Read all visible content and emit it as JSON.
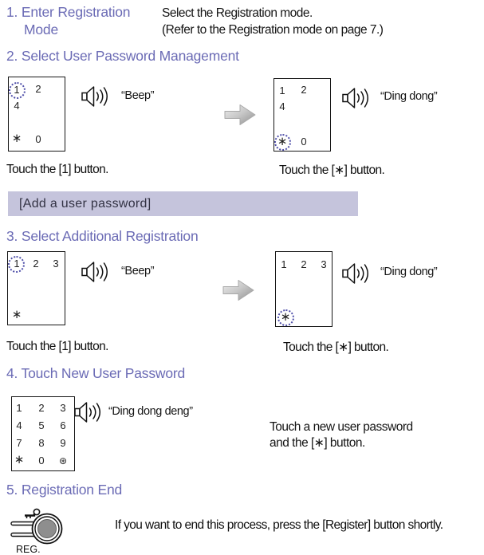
{
  "colors": {
    "heading": "#6b6bb5",
    "banner_bg": "#c5c4dc",
    "dotted_circle": "#4d4da8",
    "register_button_fill": "#8e8e8e"
  },
  "section1": {
    "heading_line1": "1. Enter Registration",
    "heading_line2": "Mode",
    "note_line1": "Select the Registration mode.",
    "note_line2": "(Refer to the Registration mode on page 7.)"
  },
  "section2": {
    "heading": "2. Select User Password Management",
    "left_keypad": {
      "keys": [
        "1",
        "2",
        "4",
        "∗",
        "0"
      ],
      "highlighted_key": "1"
    },
    "right_keypad": {
      "keys": [
        "1",
        "2",
        "4",
        "∗",
        "0"
      ],
      "highlighted_key": "∗"
    },
    "left_sound": "“Beep”",
    "right_sound": "“Ding dong”",
    "left_caption": "Touch the [1] button.",
    "right_caption": "Touch the [∗] button."
  },
  "banner": {
    "label": "[Add a user password]"
  },
  "section3": {
    "heading": "3. Select Additional Registration",
    "left_keypad": {
      "keys": [
        "1",
        "2",
        "3",
        "∗"
      ],
      "highlighted_key": "1"
    },
    "right_keypad": {
      "keys": [
        "1",
        "2",
        "3",
        "∗"
      ],
      "highlighted_key": "∗"
    },
    "left_sound": "“Beep”",
    "right_sound": "“Ding dong”",
    "left_caption": "Touch the [1] button.",
    "right_caption": "Touch the [∗] button."
  },
  "section4": {
    "heading": "4. Touch New User Password",
    "keypad": {
      "keys": [
        "1",
        "2",
        "3",
        "4",
        "5",
        "6",
        "7",
        "8",
        "9",
        "∗",
        "0",
        "⊛"
      ]
    },
    "sound": "“Ding dong deng”",
    "note_line1": "Touch a new user password",
    "note_line2": "and the [∗] button."
  },
  "section5": {
    "heading": "5. Registration End",
    "reg_label": "REG.",
    "note": "If you want to end this process, press the [Register] button shortly."
  }
}
